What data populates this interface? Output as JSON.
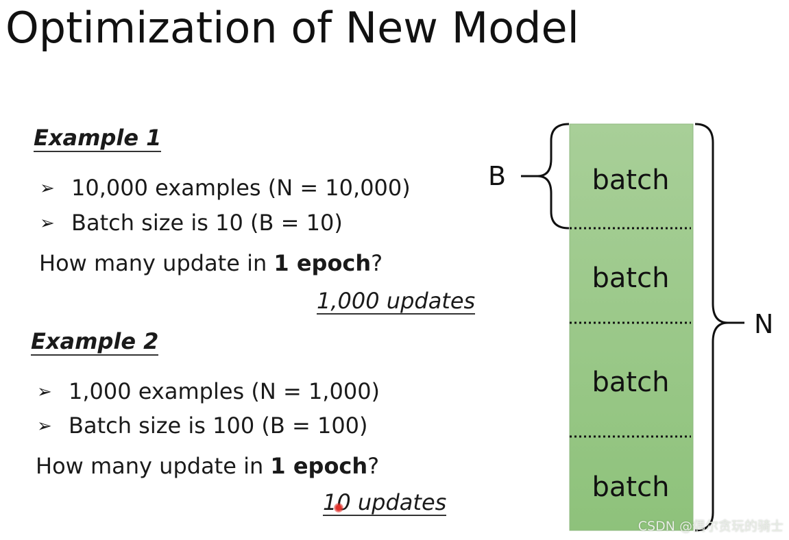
{
  "title": "Optimization of New Model",
  "example1": {
    "heading": "Example 1",
    "bullets": [
      "10,000 examples (N = 10,000)",
      "Batch size is 10 (B = 10)"
    ],
    "question_prefix": "How many update in ",
    "question_bold": "1 epoch",
    "question_suffix": "?",
    "answer": "1,000 updates"
  },
  "example2": {
    "heading": "Example 2",
    "bullets": [
      "1,000 examples (N = 1,000)",
      "Batch size is 100 (B = 100)"
    ],
    "question_prefix": "How many update in ",
    "question_bold": "1 epoch",
    "question_suffix": "?",
    "answer": "10 updates"
  },
  "diagram": {
    "batches": [
      "batch",
      "batch",
      "batch",
      "batch"
    ],
    "brace_b_label": "B",
    "brace_n_label": "N",
    "fill_color": "#9cc98a"
  },
  "watermark": "CSDN @偶尔贪玩的骑士"
}
